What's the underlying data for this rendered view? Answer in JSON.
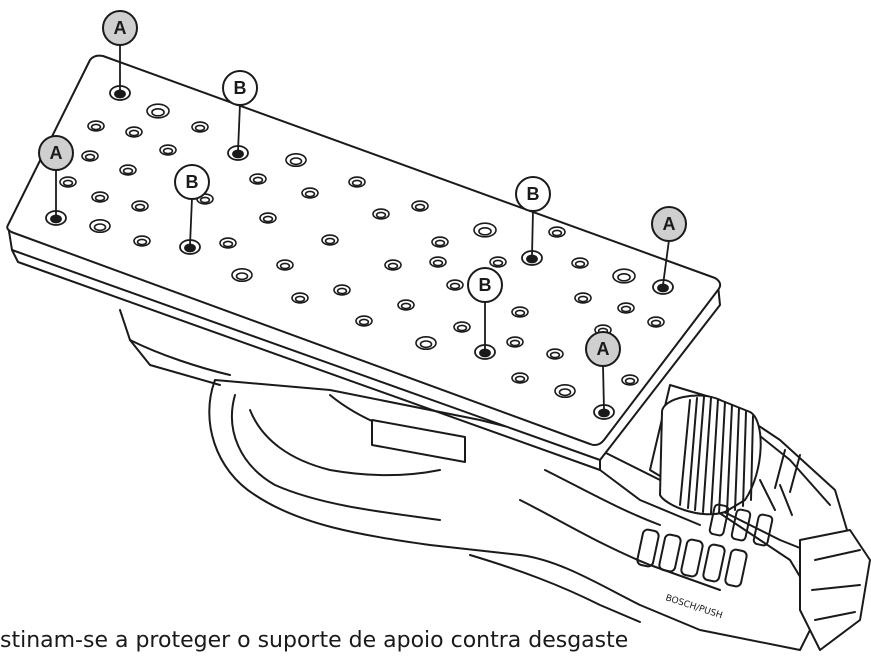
{
  "caption": "stinam-se a proteger o suporte de apoio contra desgaste",
  "marking_text": "BOSCH/PUSH",
  "callouts": [
    {
      "id": "callout-a-1",
      "letter": "A",
      "kind": "A"
    },
    {
      "id": "callout-b-1",
      "letter": "B",
      "kind": "B"
    },
    {
      "id": "callout-a-2",
      "letter": "A",
      "kind": "A"
    },
    {
      "id": "callout-b-2",
      "letter": "B",
      "kind": "B"
    },
    {
      "id": "callout-b-3",
      "letter": "B",
      "kind": "B"
    },
    {
      "id": "callout-a-3",
      "letter": "A",
      "kind": "A"
    },
    {
      "id": "callout-b-4",
      "letter": "B",
      "kind": "B"
    },
    {
      "id": "callout-a-4",
      "letter": "A",
      "kind": "A"
    }
  ],
  "colors": {
    "line": "#1a1a1a",
    "callout_a_fill": "#cfcfcf",
    "callout_b_fill": "#ffffff",
    "background": "#ffffff"
  }
}
